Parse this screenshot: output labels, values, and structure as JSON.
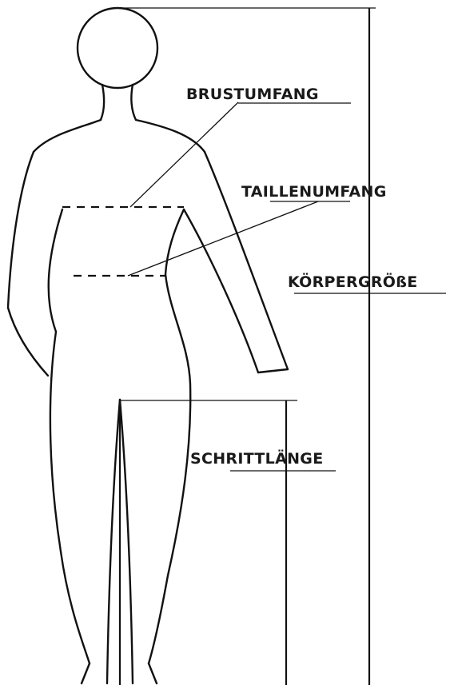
{
  "labels": {
    "chest": "BRUSTUMFANG",
    "waist": "TAILLENUMFANG",
    "height": "KÖRPERGRÖßE",
    "inseam": "SCHRITTLÄNGE"
  },
  "colors": {
    "line": "#111111",
    "text": "#1a1a1a",
    "background": "#ffffff"
  }
}
